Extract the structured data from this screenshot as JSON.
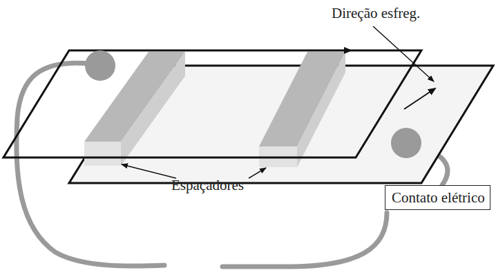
{
  "diagram": {
    "nodes": [
      {
        "text": [
          "Contato elétrico"
        ]
      }
    ],
    "labels": [
      "Direção esfreg.",
      "Espaçadores"
    ]
  }
}
